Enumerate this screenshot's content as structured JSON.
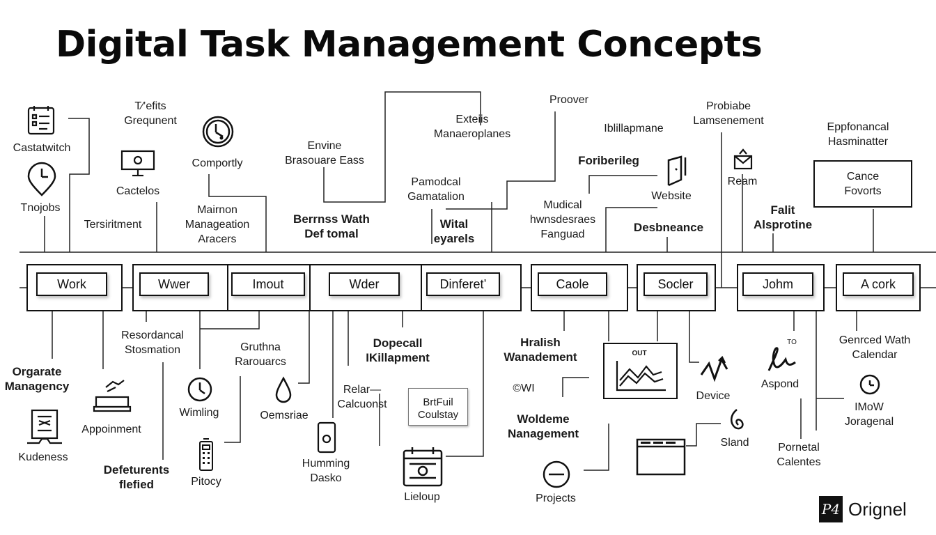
{
  "title": "Digital Task Management Concepts",
  "brand": {
    "mark": "P4",
    "name": "Orignel"
  },
  "timeline_nodes": [
    {
      "label": "Work"
    },
    {
      "label": "Wwer"
    },
    {
      "label": "Imout"
    },
    {
      "label": "Wder"
    },
    {
      "label": "Dinferet’"
    },
    {
      "label": "Caole"
    },
    {
      "label": "Socler"
    },
    {
      "label": "Johm"
    },
    {
      "label": "A cork"
    }
  ],
  "top_labels": {
    "castatwitch": "Castatwitch",
    "tnojobs": "Tnojobs",
    "benefits": "T⁄’efits\nGrequnent",
    "cactelos": "Cactelos",
    "tersiritment": "Tersiritment",
    "comportly": "Comportly",
    "mairnon": "Mairnon\nManageation\nAracers",
    "envine": "Envine\nBrasouare Eass",
    "berrnss": "Berrnss Wath\nDef tomal",
    "exteiis": "Exteiis\nManaeroplanes",
    "pamodcal": "Pamodcal\nGamatalion",
    "wital": "Wital\neyarels",
    "proover": "Proover",
    "musical": "Mudical\nhwnsdesraes\nFanguad",
    "iblilia": "Iblillapmane",
    "foriberileg": "Foriberileg",
    "website": "Website",
    "desbneance": "Desbneance",
    "probiabe": "Probiabe\nLamsenement",
    "ream": "Ream",
    "falit": "Falit\nAlsprotine",
    "eppfonancal": "Eppfonancal\nHasminatter",
    "cance": "Cance\nFovorts"
  },
  "bottom_labels": {
    "orgarate": "Orgarate\nManagency",
    "kudeness": "Kudeness",
    "resordancal": "Resordancal\nStosmation",
    "appoinment": "Appoinment",
    "defeturents": "Defeturents\nflefied",
    "gruthna": "Gruthna\nRarouarcs",
    "wimling": "Wimling",
    "pitocy": "Pitocy",
    "oemsriae": "Oemsriae",
    "dopecall": "Dopecall\nIKillapment",
    "relar": "Relar—\nCalcuonst",
    "humming": "Humming\nDasko",
    "brifuil": "BrtFuil\nCoulstay",
    "lieloup": "Lieloup",
    "hralish": "Hralish\nWanadement",
    "owi": "©WI",
    "woldeme": "Woldeme\nNanagement",
    "projects": "Projects",
    "chart_tag": "OUT",
    "device": "Device",
    "sland": "Sland",
    "to_tag": "TO",
    "aspond": "Aspond",
    "pornetal": "Pornetal\nCalentes",
    "genrced": "Genrced Wath\nCalendar",
    "imow": "IMoW\nJoragenal"
  },
  "icons": [
    "checklist-icon",
    "location-clock-icon",
    "monitor-icon",
    "clock-face-icon",
    "document-stamp-icon",
    "hand-device-icon",
    "stopwatch-icon",
    "calculator-icon",
    "water-drop-icon",
    "phone-icon",
    "calendar-icon",
    "line-chart-icon",
    "minus-circle-icon",
    "zigzag-icon",
    "loop-icon",
    "window-icon",
    "signature-icon",
    "stopwatch-small-icon",
    "door-icon",
    "envelope-icon"
  ]
}
